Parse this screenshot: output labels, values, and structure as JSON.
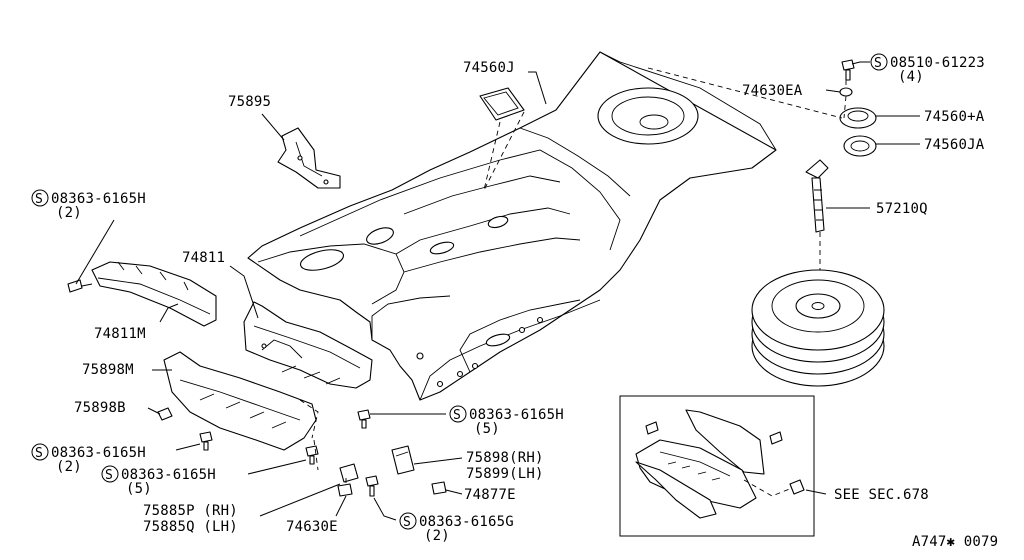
{
  "labels": {
    "p74560J": "74560J",
    "p75895": "75895",
    "p74630EA": "74630EA",
    "s08510": "08510-61223",
    "s08510_qty": "(4)",
    "p74560A": "74560+A",
    "p74560JA": "74560JA",
    "p57210Q": "57210Q",
    "s08363_a": "08363-6165H",
    "s08363_a_qty": "(2)",
    "p74811": "74811",
    "p74811M": "74811M",
    "p75898M": "75898M",
    "p75898B": "75898B",
    "s08363_b": "08363-6165H",
    "s08363_b_qty": "(2)",
    "s08363_c": "08363-6165H",
    "s08363_c_qty": "(5)",
    "s08363_d": "08363-6165H",
    "s08363_d_qty": "(5)",
    "p75898RH": "75898(RH)",
    "p75899LH": "75899(LH)",
    "p74877E": "74877E",
    "p75885P": "75885P (RH)",
    "p75885Q": "75885Q (LH)",
    "p74630E": "74630E",
    "s08363_g": "08363-6165G",
    "s08363_g_qty": "(2)",
    "see_sec": "SEE SEC.678",
    "code": "A747✱ 0079"
  },
  "screw_symbol": "S"
}
